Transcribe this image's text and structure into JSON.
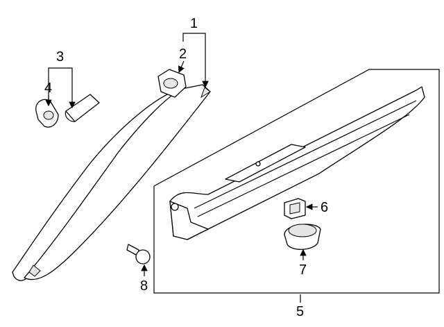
{
  "diagram": {
    "callouts": [
      {
        "id": "1",
        "label": "1"
      },
      {
        "id": "2",
        "label": "2"
      },
      {
        "id": "3",
        "label": "3"
      },
      {
        "id": "4",
        "label": "4"
      },
      {
        "id": "5",
        "label": "5"
      },
      {
        "id": "6",
        "label": "6"
      },
      {
        "id": "7",
        "label": "7"
      },
      {
        "id": "8",
        "label": "8"
      }
    ],
    "colors": {
      "line": "#000000",
      "background": "#ffffff",
      "shade": "#e6e6e6"
    }
  }
}
